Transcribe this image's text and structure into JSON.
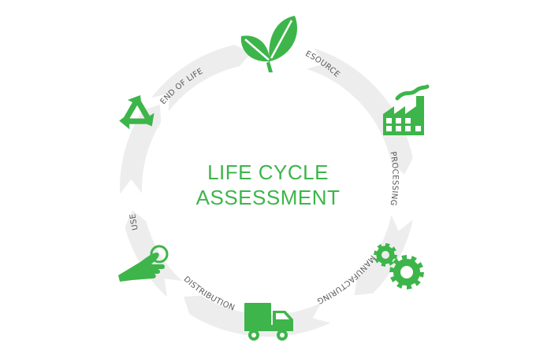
{
  "center": {
    "line1": "LIFE CYCLE",
    "line2": "ASSESSMENT"
  },
  "stages": [
    {
      "label": "RESOURCES",
      "icon": "leaf-icon"
    },
    {
      "label": "PROCESSING",
      "icon": "factory-icon"
    },
    {
      "label": "MANUFACTURING",
      "icon": "gears-icon"
    },
    {
      "label": "DISTRIBUTION",
      "icon": "truck-icon"
    },
    {
      "label": "USE",
      "icon": "hand-touch-icon"
    },
    {
      "label": "END OF LIFE",
      "icon": "recycle-icon"
    }
  ],
  "colors": {
    "accent": "#3db54a",
    "ring": "#ededed",
    "label": "#5a5a5a"
  }
}
